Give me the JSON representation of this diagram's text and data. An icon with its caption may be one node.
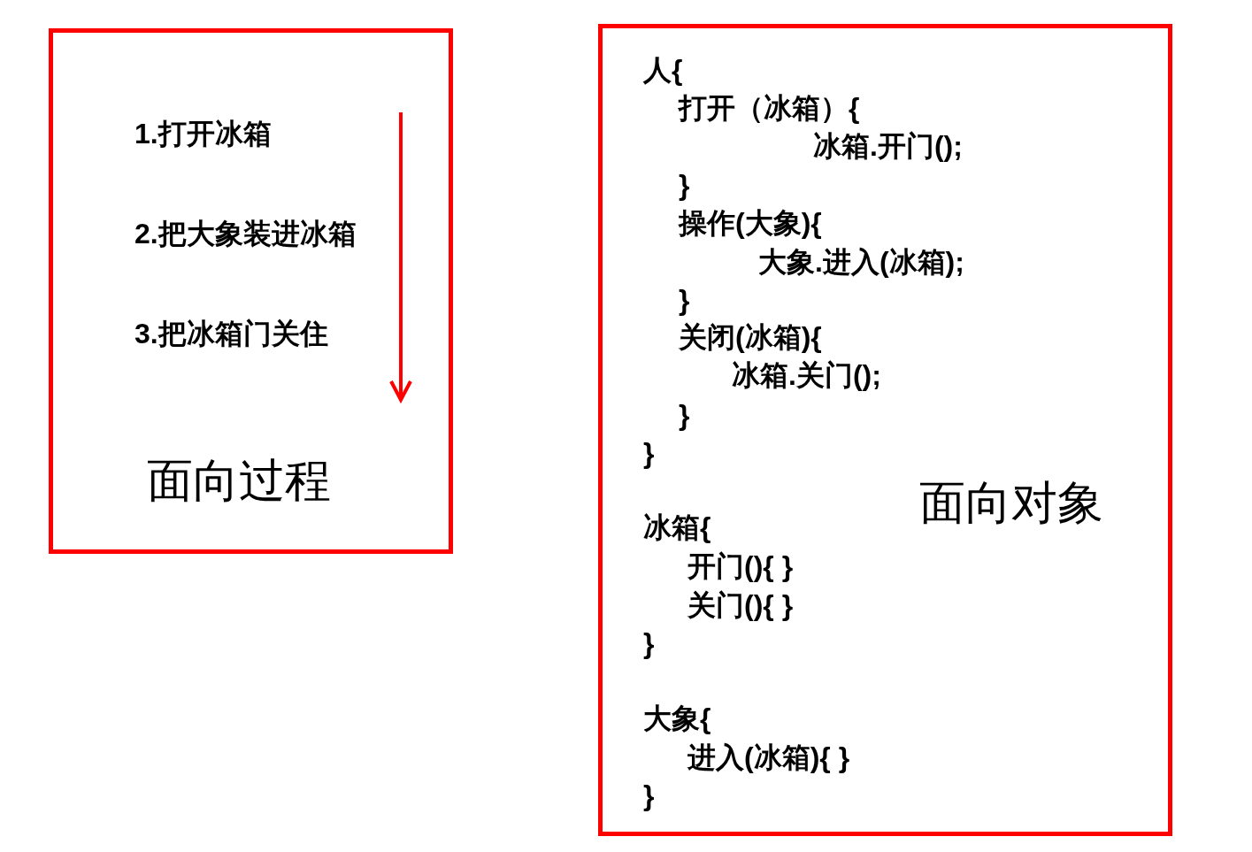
{
  "diagram": {
    "nodes": [
      {
        "text": [
          "1.打开冰箱",
          "2.把大象装进冰箱",
          "3.把冰箱门关住",
          "面向过程"
        ]
      },
      {
        "text": [
          "人{",
          "打开（冰箱）{",
          "冰箱.开门();",
          "}",
          "操作(大象){",
          "大象.进入(冰箱);",
          "}",
          "关闭(冰箱){",
          "冰箱.关门();",
          "}",
          "}",
          "冰箱{",
          "开门(){ }",
          "关门(){ }",
          "}",
          "大象{",
          "进入(冰箱){  }",
          "}",
          "面向对象"
        ]
      }
    ]
  }
}
